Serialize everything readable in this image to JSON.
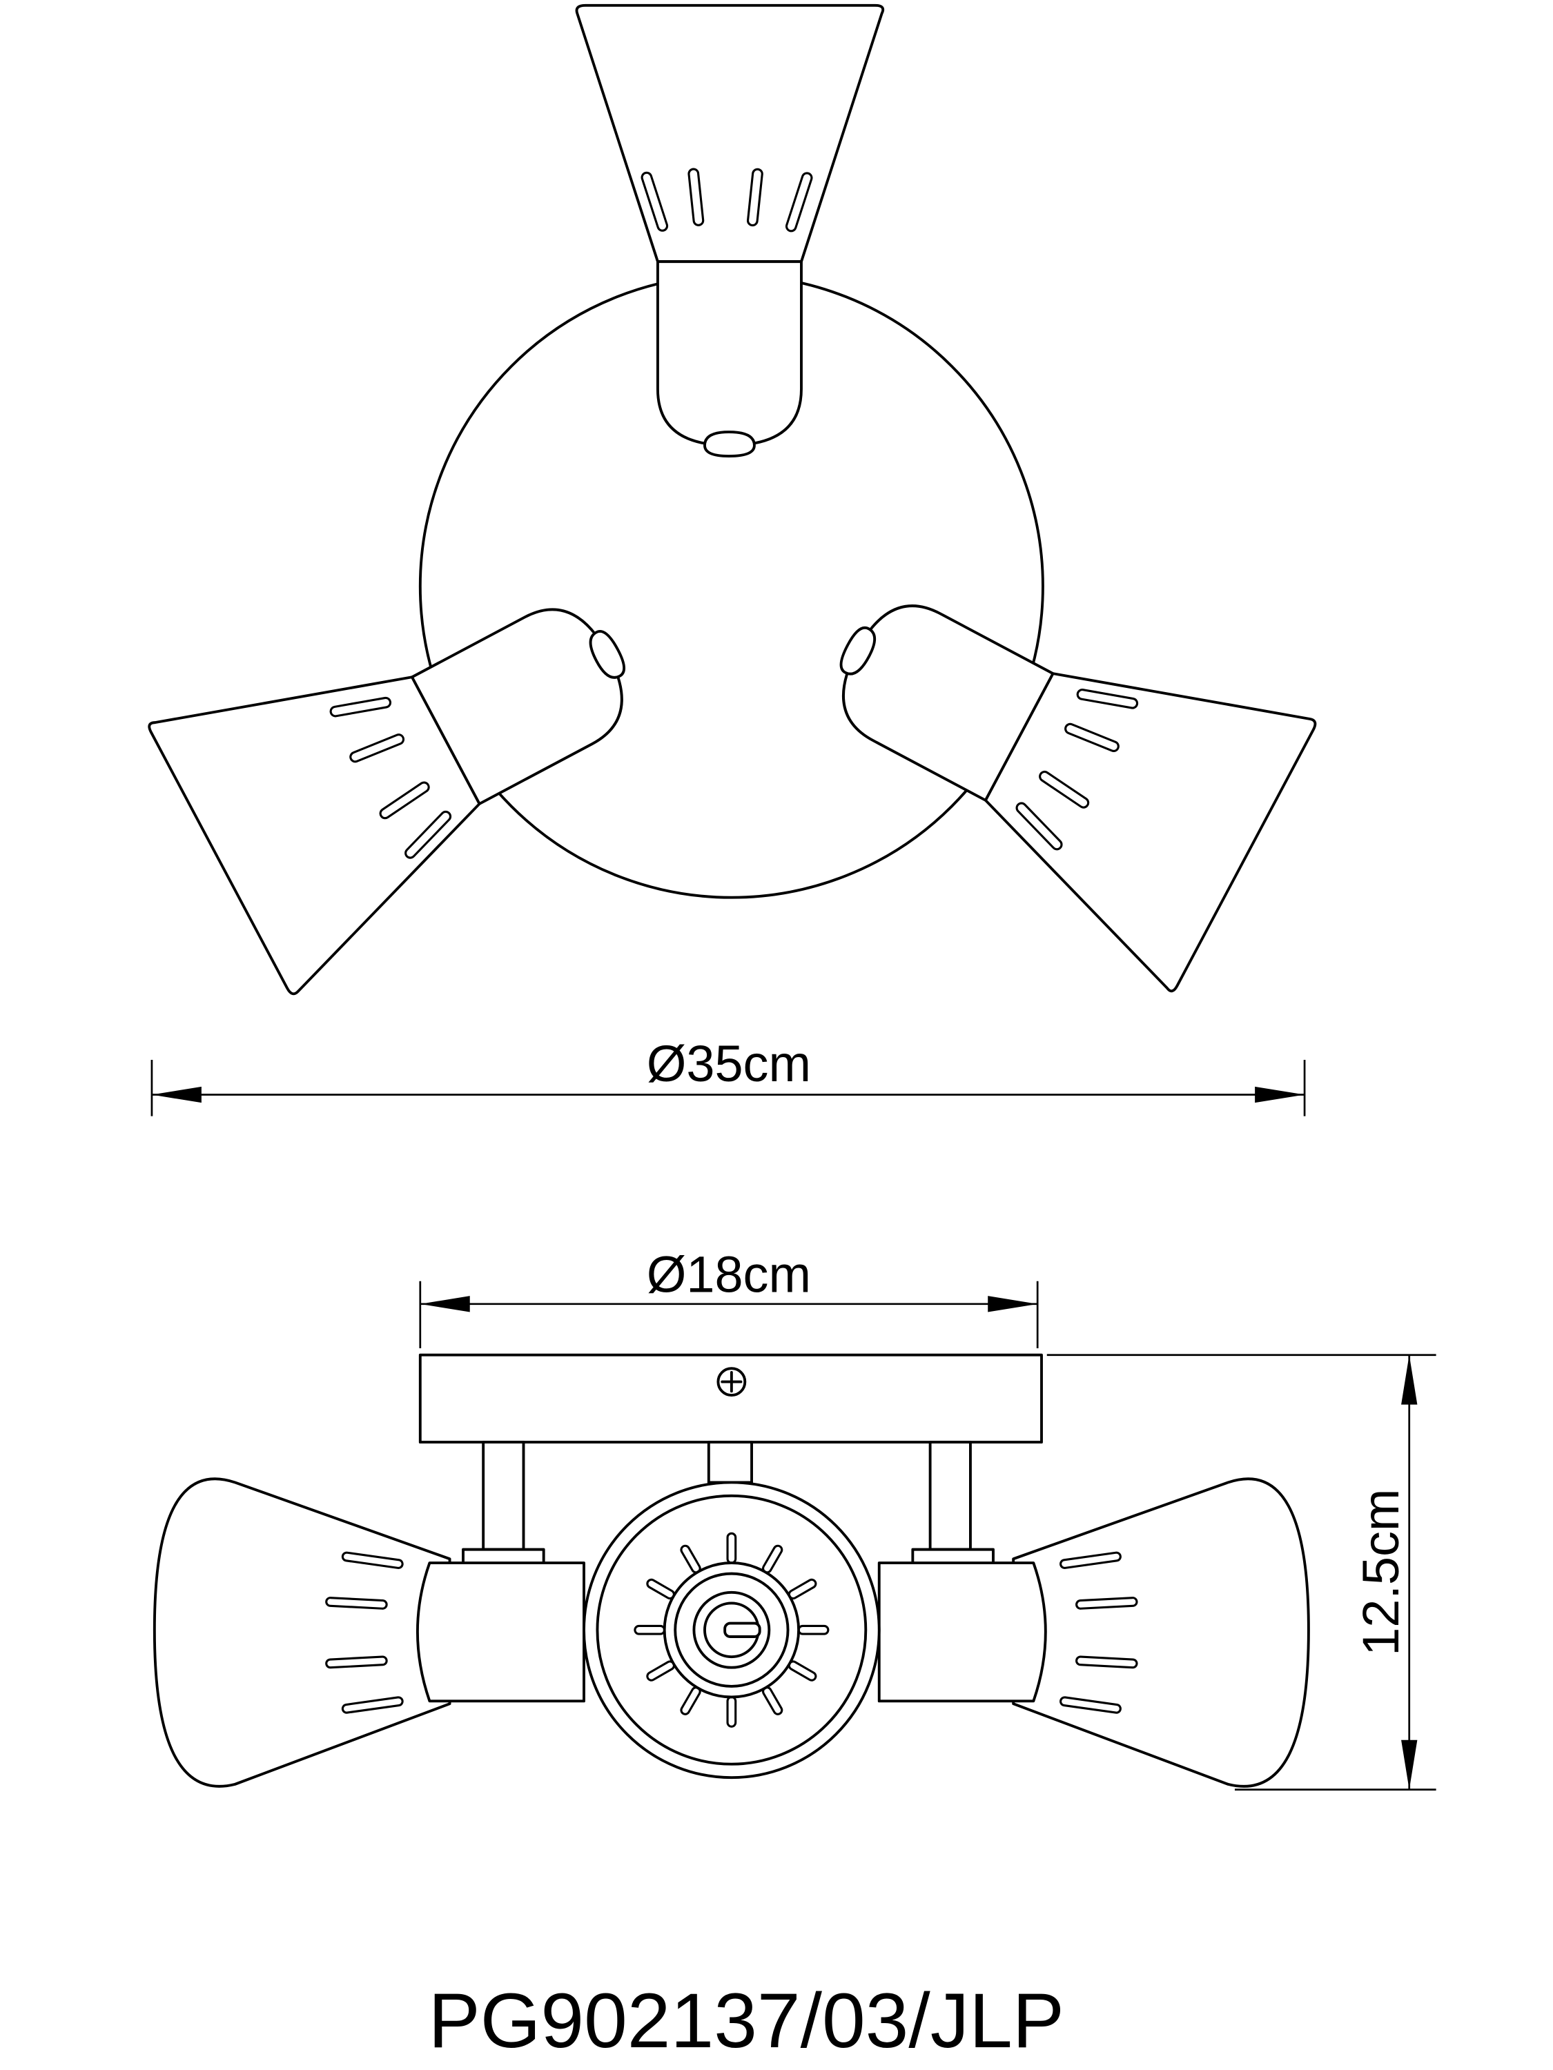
{
  "drawing": {
    "top_view": {
      "diameter_label": "Ø35cm"
    },
    "side_view": {
      "plate_diameter_label": "Ø18cm",
      "height_label": "12.5cm"
    },
    "model_code": "PG902137/03/JLP",
    "line_color": "#000000",
    "background_color": "#ffffff"
  }
}
